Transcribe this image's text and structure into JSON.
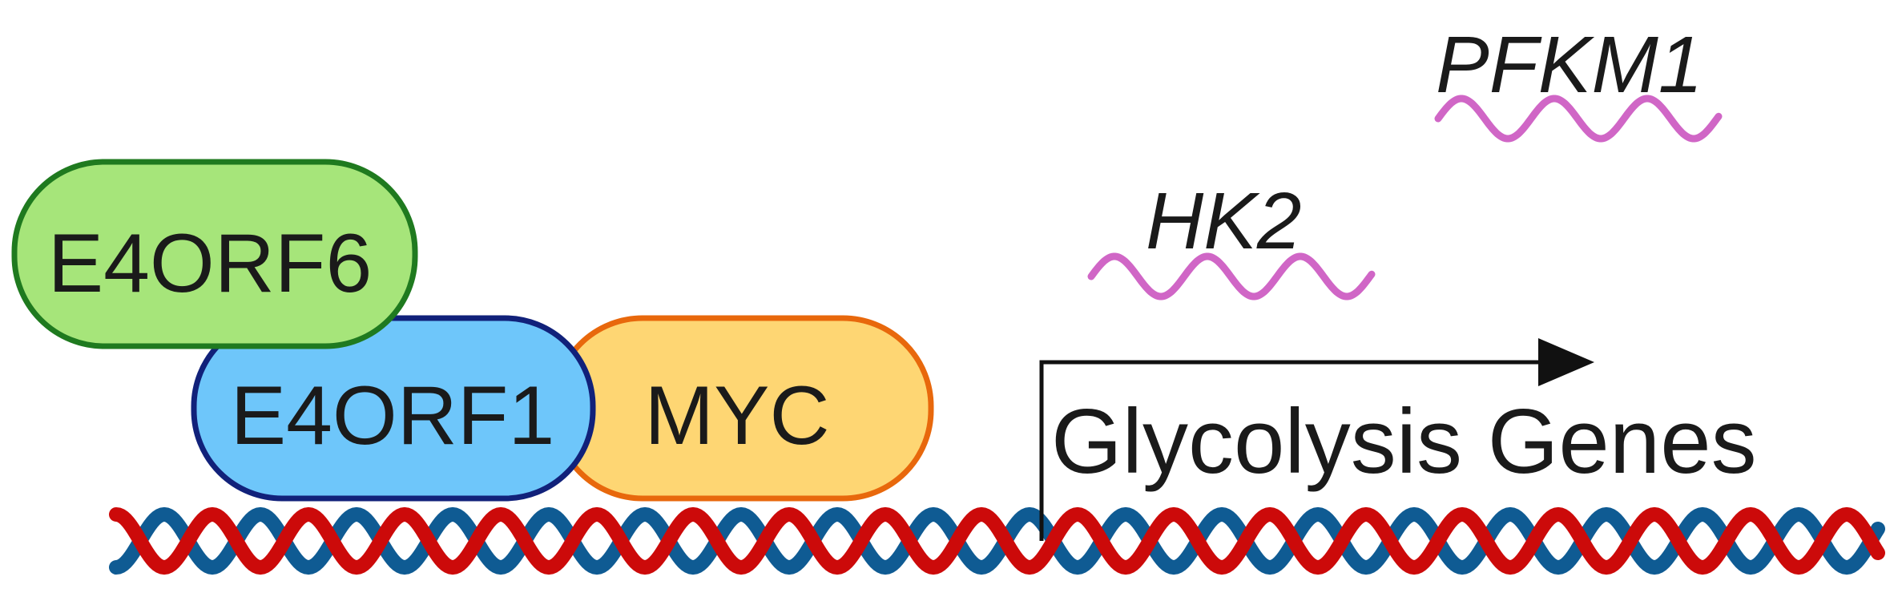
{
  "proteins": {
    "e4orf6": {
      "label": "E4ORF6",
      "fill": "#a6e57a",
      "stroke": "#1f7a1f"
    },
    "e4orf1": {
      "label": "E4ORF1",
      "fill": "#6ec6fa",
      "stroke": "#11217a"
    },
    "myc": {
      "label": "MYC",
      "fill": "#fed673",
      "stroke": "#e8680c"
    }
  },
  "genes": {
    "hk2": {
      "label": "HK2",
      "color": "#d066c6"
    },
    "pfkm1": {
      "label": "PFKM1",
      "color": "#d066c6"
    }
  },
  "promoter": {
    "label": "Glycolysis Genes",
    "color": "#111111"
  },
  "dna": {
    "strand_a_color": "#cc0a0a",
    "strand_b_color": "#0f5b93"
  }
}
